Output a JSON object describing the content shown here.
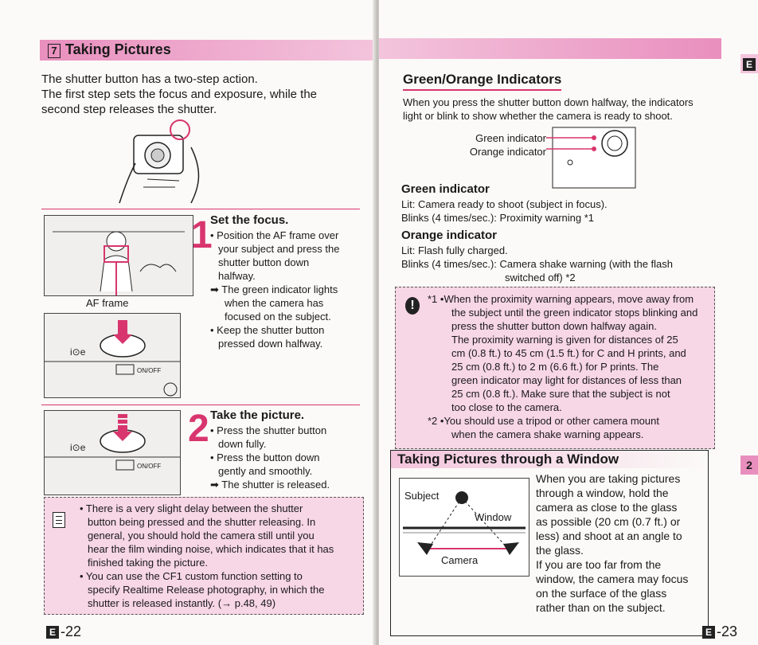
{
  "left": {
    "section_number": "7",
    "section_title": "Taking Pictures",
    "intro": [
      "The shutter button has a two-step action.",
      "The first step sets the focus and exposure, while the",
      "second step releases the shutter."
    ],
    "af_frame_label": "AF frame",
    "step1": {
      "number": "1",
      "heading": "Set the focus.",
      "lines": [
        "• Position the AF frame over",
        "your subject and press the",
        "shutter button down",
        "halfway.",
        "➡ The green indicator lights",
        "when the camera has",
        "focused on the subject.",
        "• Keep the shutter button",
        "pressed down halfway."
      ]
    },
    "step2": {
      "number": "2",
      "heading": "Take the picture.",
      "lines": [
        "• Press the shutter button",
        "down fully.",
        "• Press the button down",
        "gently and smoothly.",
        "➡ The shutter is released."
      ]
    },
    "note": [
      "• There is a very slight delay between the shutter",
      "button being pressed and the shutter releasing. In",
      "general, you should hold the camera still until you",
      "hear the film winding noise, which indicates that it has",
      "finished taking the picture.",
      "• You can use the CF1 custom function setting to",
      "specify Realtime Release photography, in which the",
      "shutter is released instantly. (→ p.48, 49)"
    ],
    "camera_label": "ON/OFF",
    "page_badge": "E",
    "page_number": "-22"
  },
  "right": {
    "title": "Green/Orange Indicators",
    "intro": [
      "When you press the shutter button down halfway, the indicators",
      "light or blink to show whether the camera is ready to shoot."
    ],
    "diagram_green": "Green indicator",
    "diagram_orange": "Orange indicator",
    "green_heading": "Green indicator",
    "green_lines": [
      "Lit: Camera ready to shoot (subject in focus).",
      "Blinks (4 times/sec.): Proximity warning *1"
    ],
    "orange_heading": "Orange indicator",
    "orange_lines": [
      "Lit: Flash fully charged.",
      "Blinks (4 times/sec.): Camera shake warning (with the flash",
      "switched off) *2"
    ],
    "caution": [
      "*1 •When the proximity warning appears, move away from",
      "the subject until the green indicator stops blinking and",
      "press the shutter button down halfway again.",
      "The proximity warning is given for distances of 25",
      "cm (0.8 ft.) to 45 cm (1.5 ft.) for C and H prints, and",
      "25 cm (0.8 ft.) to 2 m (6.6 ft.) for P prints. The",
      "green indicator may light for distances of less than",
      "25 cm (0.8 ft.). Make sure that the subject is not",
      "too close to the camera.",
      "*2 •You should use a tripod or other camera mount",
      "when the camera shake warning appears."
    ],
    "window_title": "Taking Pictures through a Window",
    "window_labels": {
      "subject": "Subject",
      "window": "Window",
      "camera": "Camera"
    },
    "window_text": [
      "When you are taking pictures",
      "through a window, hold the",
      "camera as close to the glass",
      "as possible (20 cm (0.7 ft.) or",
      "less) and shoot at an angle to",
      "the glass.",
      "If you are too far from the",
      "window, the camera may focus",
      "on the surface of the glass",
      "rather than on the subject."
    ],
    "tab_e": "E",
    "tab_2": "2",
    "page_badge": "E",
    "page_number": "-23"
  },
  "colors": {
    "accent": "#d8356e",
    "pink": "#f3c4dc",
    "note_bg": "#f7d6e6"
  }
}
